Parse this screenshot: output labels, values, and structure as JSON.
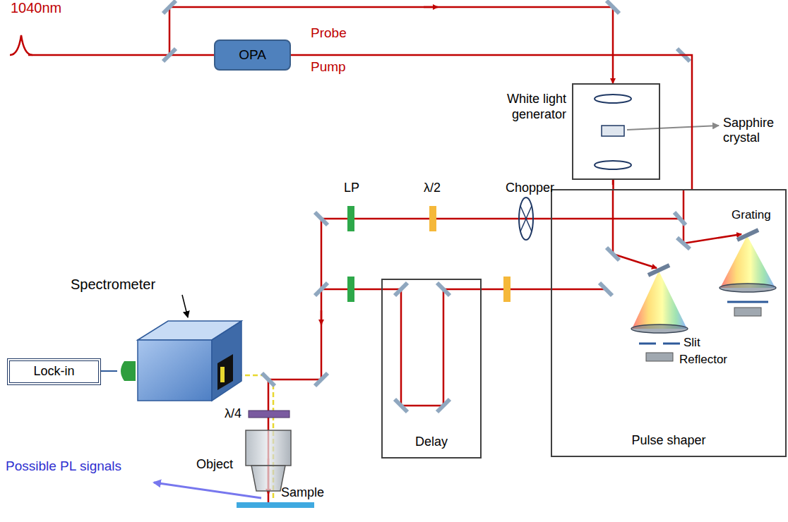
{
  "diagram": {
    "nodes": [
      {
        "text": [
          "OPA"
        ]
      },
      {
        "text": [
          "White light generator"
        ]
      },
      {
        "text": [
          "Pulse shaper"
        ]
      },
      {
        "text": [
          "Delay"
        ]
      },
      {
        "text": [
          "Lock-in"
        ]
      }
    ],
    "edges": [
      {
        "from": 0,
        "to": 2,
        "arrow": "none"
      },
      {
        "from": 1,
        "to": 2,
        "arrow": "none"
      }
    ],
    "labels": [
      "1040nm",
      "Probe",
      "Pump",
      "Sapphire crystal",
      "LP",
      "λ/2",
      "Chopper",
      "Grating",
      "Slit",
      "Reflector",
      "Spectrometer",
      "λ/4",
      "Object",
      "Sample",
      "Possible PL signals"
    ]
  }
}
